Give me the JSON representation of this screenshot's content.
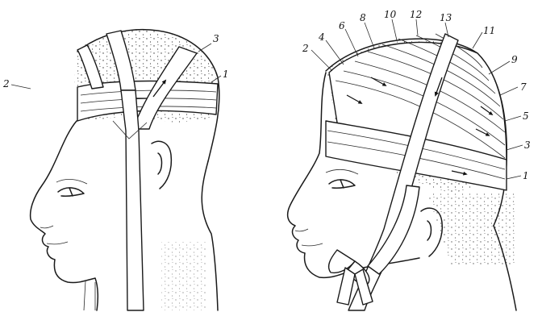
{
  "figure_left": {
    "labels": [
      {
        "id": "1",
        "text": "1"
      },
      {
        "id": "2",
        "text": "2"
      },
      {
        "id": "3",
        "text": "3"
      }
    ]
  },
  "figure_right": {
    "labels": [
      {
        "id": "1",
        "text": "1"
      },
      {
        "id": "2",
        "text": "2"
      },
      {
        "id": "3",
        "text": "3"
      },
      {
        "id": "4",
        "text": "4"
      },
      {
        "id": "5",
        "text": "5"
      },
      {
        "id": "6",
        "text": "6"
      },
      {
        "id": "7",
        "text": "7"
      },
      {
        "id": "8",
        "text": "8"
      },
      {
        "id": "9",
        "text": "9"
      },
      {
        "id": "10",
        "text": "10"
      },
      {
        "id": "11",
        "text": "11"
      },
      {
        "id": "12",
        "text": "12"
      },
      {
        "id": "13",
        "text": "13"
      }
    ]
  }
}
